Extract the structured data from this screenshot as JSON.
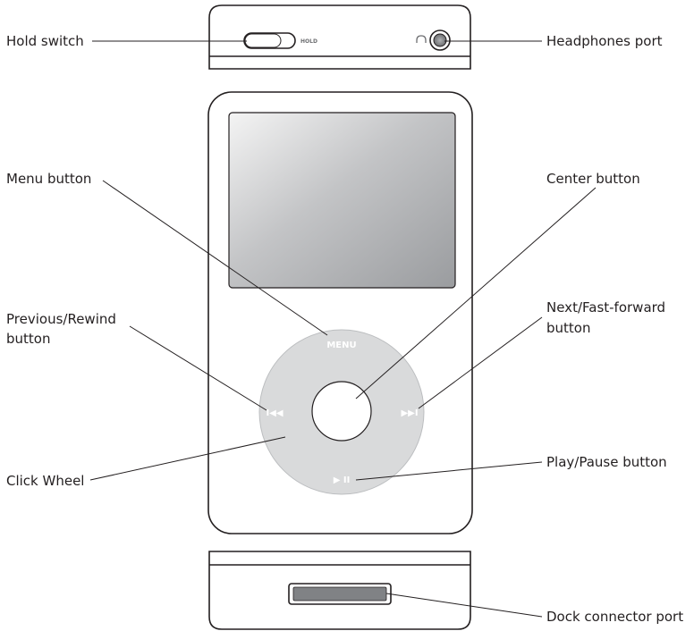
{
  "labels": {
    "hold_switch": "Hold switch",
    "headphones_port": "Headphones port",
    "menu_button": "Menu button",
    "center_button": "Center button",
    "previous_rewind_line1": "Previous/Rewind",
    "previous_rewind_line2": "button",
    "next_fast_forward_line1": "Next/Fast-forward",
    "next_fast_forward_line2": "button",
    "click_wheel": "Click Wheel",
    "play_pause_button": "Play/Pause button",
    "dock_connector_port": "Dock connector port"
  },
  "device_text": {
    "hold": "HOLD",
    "menu": "MENU",
    "previous_glyph": "I◀◀",
    "next_glyph": "▶▶I",
    "play_pause_glyph": "▶ II"
  },
  "colors": {
    "outline": "#231f20",
    "wheel_fill": "#d9dadb",
    "screen_dark": "#9d9fa2",
    "screen_light": "#f3f3f3",
    "port_fill": "#808285"
  }
}
